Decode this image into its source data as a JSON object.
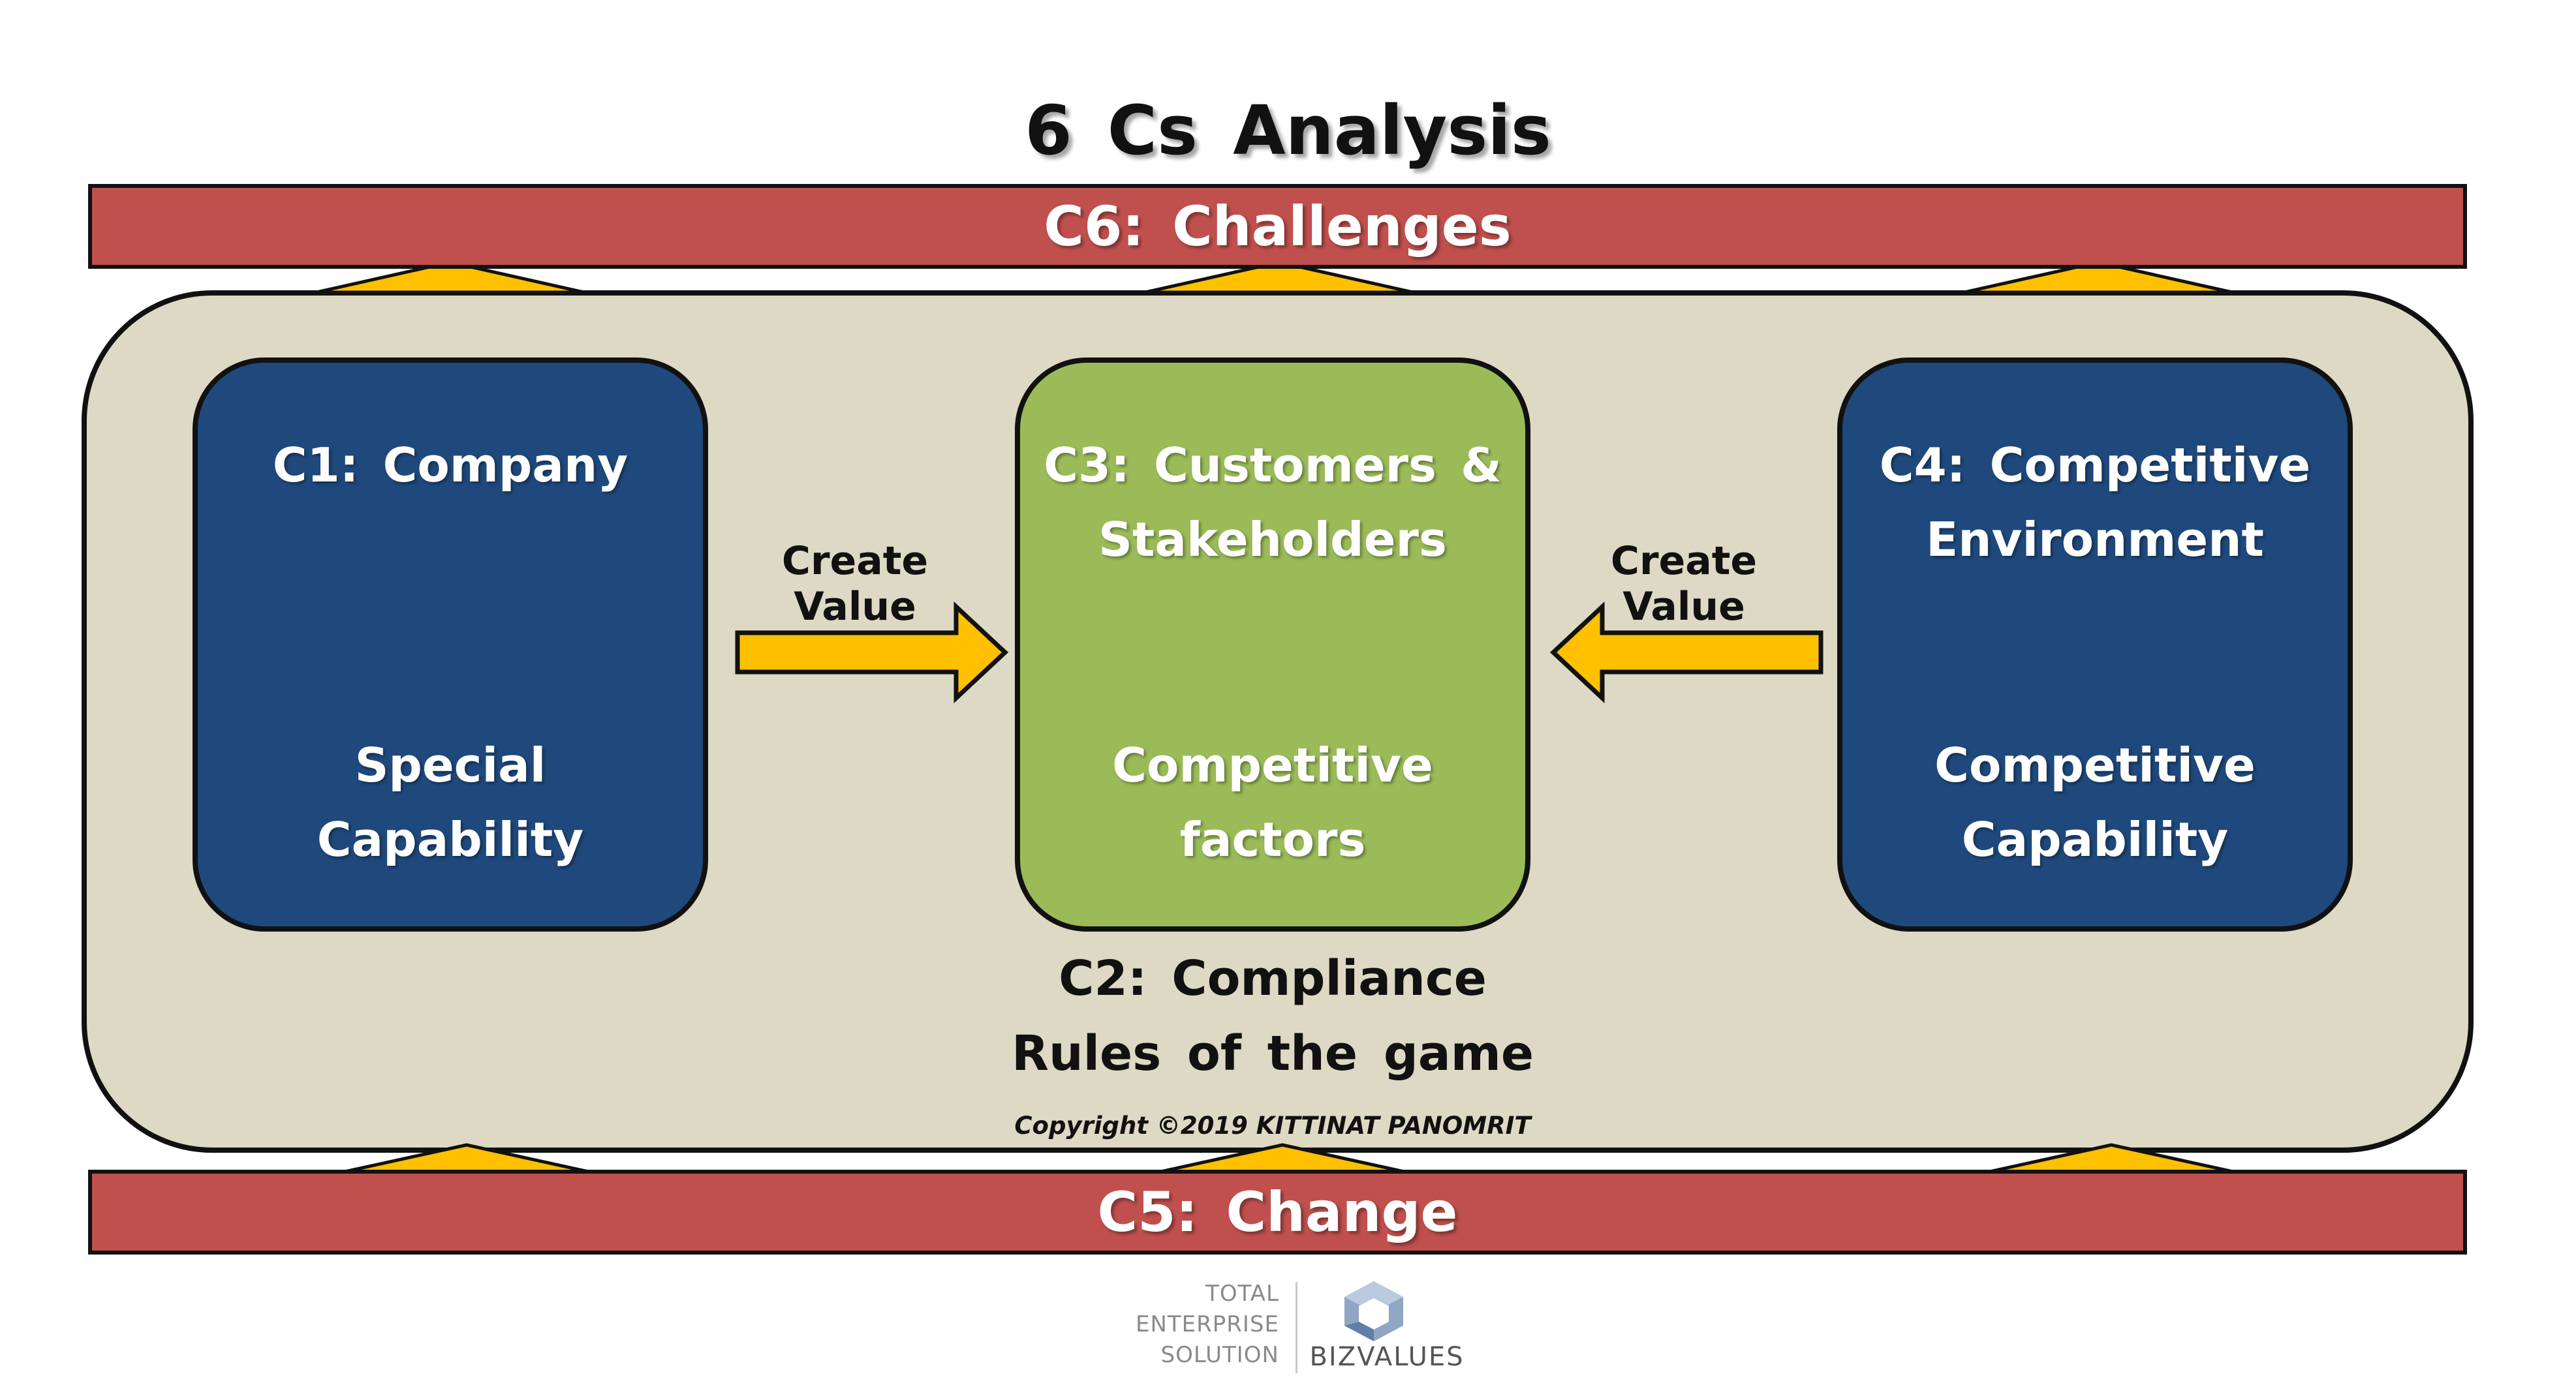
{
  "title": "6 Cs Analysis",
  "challenges": {
    "label": "C6: Challenges"
  },
  "change": {
    "label": "C5: Change"
  },
  "company": {
    "title": "C1: Company",
    "subtitle_line1": "Special",
    "subtitle_line2": "Capability"
  },
  "customers": {
    "title_line1": "C3: Customers &",
    "title_line2": "Stakeholders",
    "subtitle_line1": "Competitive",
    "subtitle_line2": "factors"
  },
  "competitive": {
    "title_line1": "C4: Competitive",
    "title_line2": "Environment",
    "subtitle_line1": "Competitive",
    "subtitle_line2": "Capability"
  },
  "arrows": {
    "left_label": "Create Value",
    "right_label": "Create Value"
  },
  "compliance": {
    "title": "C2: Compliance",
    "subtitle": "Rules of the game"
  },
  "copyright": "Copyright ©2019 KITTINAT PANOMRIT",
  "logo": {
    "line1": "TOTAL",
    "line2": "ENTERPRISE",
    "line3": "SOLUTION",
    "brand": "BIZVALUES"
  },
  "colors": {
    "band": "#c0504d",
    "environment": "#ddd9c4",
    "blue_box": "#1f497d",
    "green_box": "#9bbb59",
    "arrow": "#ffc000"
  },
  "icons": {
    "arrow_right": "arrow-right-icon",
    "arrow_left": "arrow-left-icon",
    "logo_mark": "bizvalues-logo-icon"
  }
}
